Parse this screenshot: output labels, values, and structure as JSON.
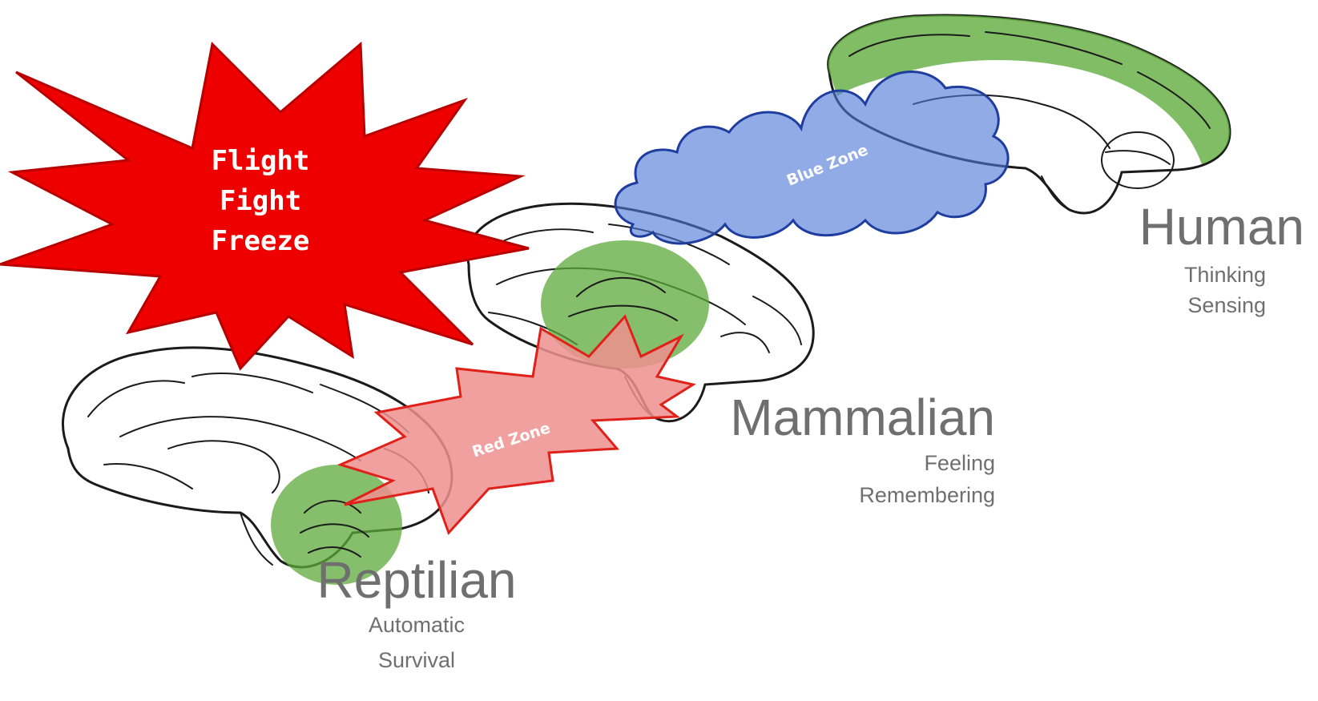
{
  "alert": {
    "lines": [
      "Flight",
      "Fight",
      "Freeze"
    ]
  },
  "zones": {
    "red": "Red Zone",
    "blue": "Blue Zone"
  },
  "brains": {
    "reptilian": {
      "name": "Reptilian",
      "lines": [
        "Automatic",
        "Survival"
      ]
    },
    "mammalian": {
      "name": "Mammalian",
      "lines": [
        "Feeling",
        "Remembering"
      ]
    },
    "human": {
      "name": "Human",
      "lines": [
        "Thinking",
        "Sensing"
      ]
    }
  },
  "colors": {
    "alert_fill": "#ee0000",
    "alert_stroke": "#b80000",
    "red_zone_fill": "#ee8f8f",
    "red_zone_stroke": "#e0211a",
    "blue_zone_fill": "#4c78d6",
    "blue_zone_stroke": "#1f3d9e",
    "green_highlight": "#5caa3a",
    "label_gray": "#6f6f6f"
  }
}
